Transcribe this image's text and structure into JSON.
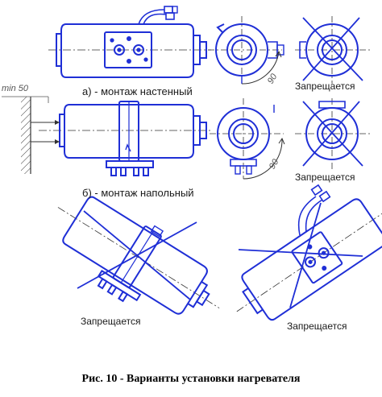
{
  "labels": {
    "wall_mount": "а) - монтаж настенный",
    "floor_mount": "б) - монтаж напольный",
    "forbidden_1": "Запрещается",
    "forbidden_2": "Запрещается",
    "forbidden_3": "Запрещается",
    "forbidden_4": "Запрещается",
    "min_clearance": "min 50",
    "angle_1": "90",
    "angle_2": "90"
  },
  "caption": "Рис. 10 - Варианты установки нагревателя",
  "colors": {
    "line": "#1f2fd6",
    "cross": "#1f2fd6",
    "axis": "#3a3a3a",
    "hatch": "#444444"
  }
}
